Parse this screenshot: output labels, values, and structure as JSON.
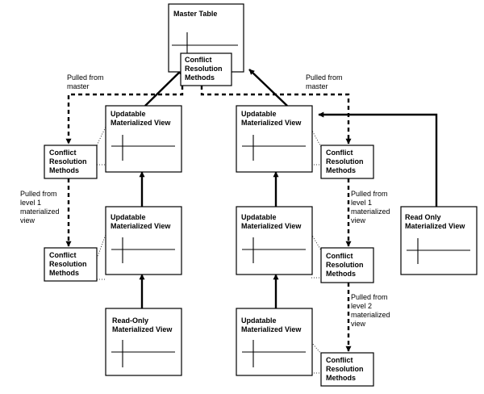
{
  "master": {
    "title": "Master Table",
    "methods": [
      "Conflict",
      "Resolution",
      "Methods"
    ]
  },
  "labels": {
    "updatable_mv": [
      "Updatable",
      "Materialized View"
    ],
    "read_only_mv_hyphen": [
      "Read-Only",
      "Materialized View"
    ],
    "read_only_mv": [
      "Read Only",
      "Materialized View"
    ],
    "crm": [
      "Conflict",
      "Resolution",
      "Methods"
    ]
  },
  "notes": {
    "pulled_master": [
      "Pulled from",
      "master"
    ],
    "pulled_level1": [
      "Pulled from",
      "level 1",
      "materialized",
      "view"
    ],
    "pulled_level2": [
      "Pulled from",
      "level 2",
      "materialized",
      "view"
    ]
  }
}
